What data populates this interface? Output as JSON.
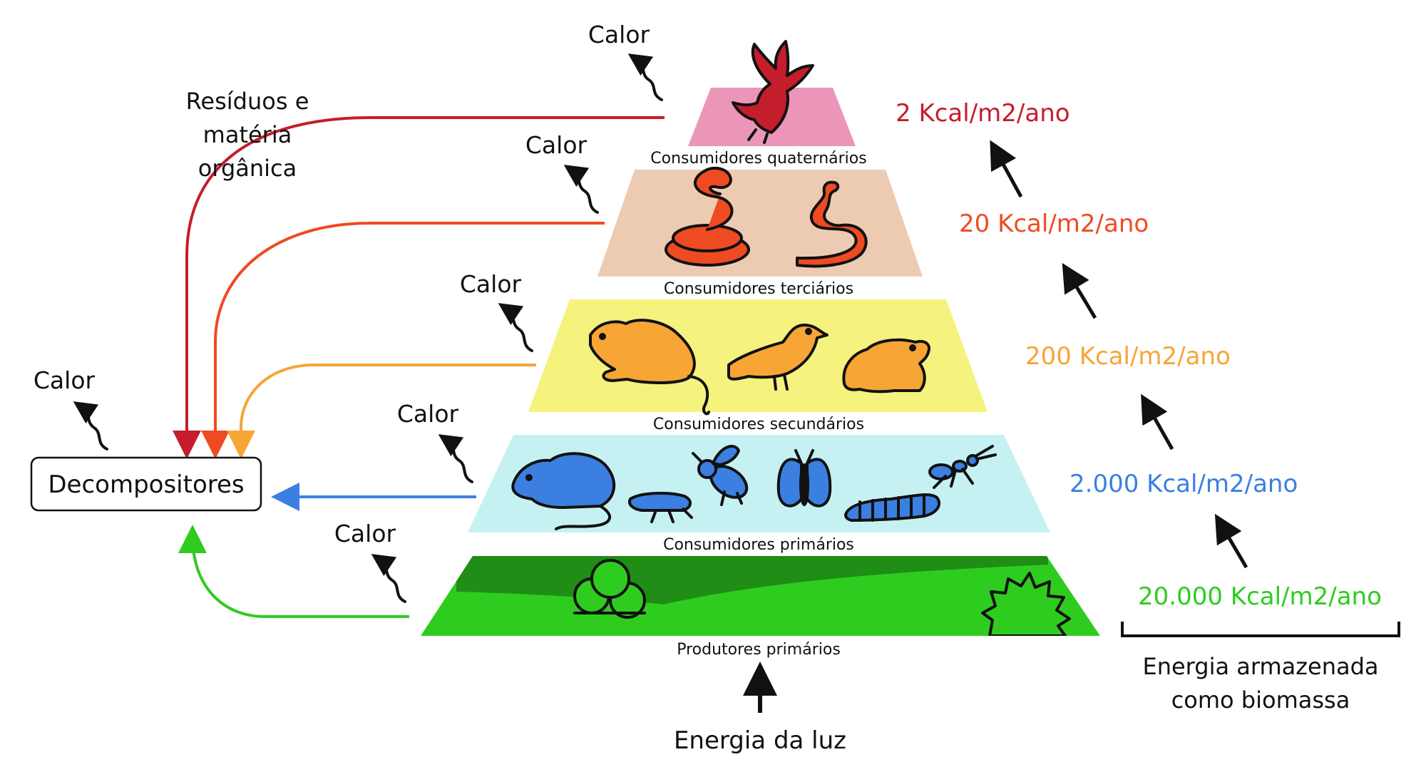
{
  "colors": {
    "quaternary": "#c41d2c",
    "tertiary": "#ef4a21",
    "secondary": "#f7a535",
    "primary": "#3b7fe0",
    "producers": "#2ecc1f",
    "band_quaternary": "#eb96b8",
    "band_tertiary": "#edcbb2",
    "band_secondary": "#f5f27e",
    "band_primary": "#c6f1f2"
  },
  "levels": [
    {
      "name": "Consumidores quaternários",
      "energy": "2 Kcal/m2/ano",
      "icons": [
        "eagle-icon"
      ]
    },
    {
      "name": "Consumidores terciários",
      "energy": "20 Kcal/m2/ano",
      "icons": [
        "coiled-snake-icon",
        "snake-icon"
      ]
    },
    {
      "name": "Consumidores secundários",
      "energy": "200 Kcal/m2/ano",
      "icons": [
        "rat-icon",
        "bird-icon",
        "frog-icon"
      ]
    },
    {
      "name": "Consumidores primários",
      "energy": "2.000 Kcal/m2/ano",
      "icons": [
        "mouse-icon",
        "leafhopper-icon",
        "bee-icon",
        "moth-icon",
        "caterpillar-icon",
        "ant-icon"
      ]
    },
    {
      "name": "Produtores primários",
      "energy": "20.000 Kcal/m2/ano",
      "icons": [
        "bush-icon",
        "shrub-icon"
      ]
    }
  ],
  "heat_label": "Calor",
  "residue_label": [
    "Resíduos e",
    "matéria",
    "orgânica"
  ],
  "decomposers_label": "Decompositores",
  "light_label": "Energia da luz",
  "biomass_label": [
    "Energia armazenada",
    "como biomassa"
  ]
}
